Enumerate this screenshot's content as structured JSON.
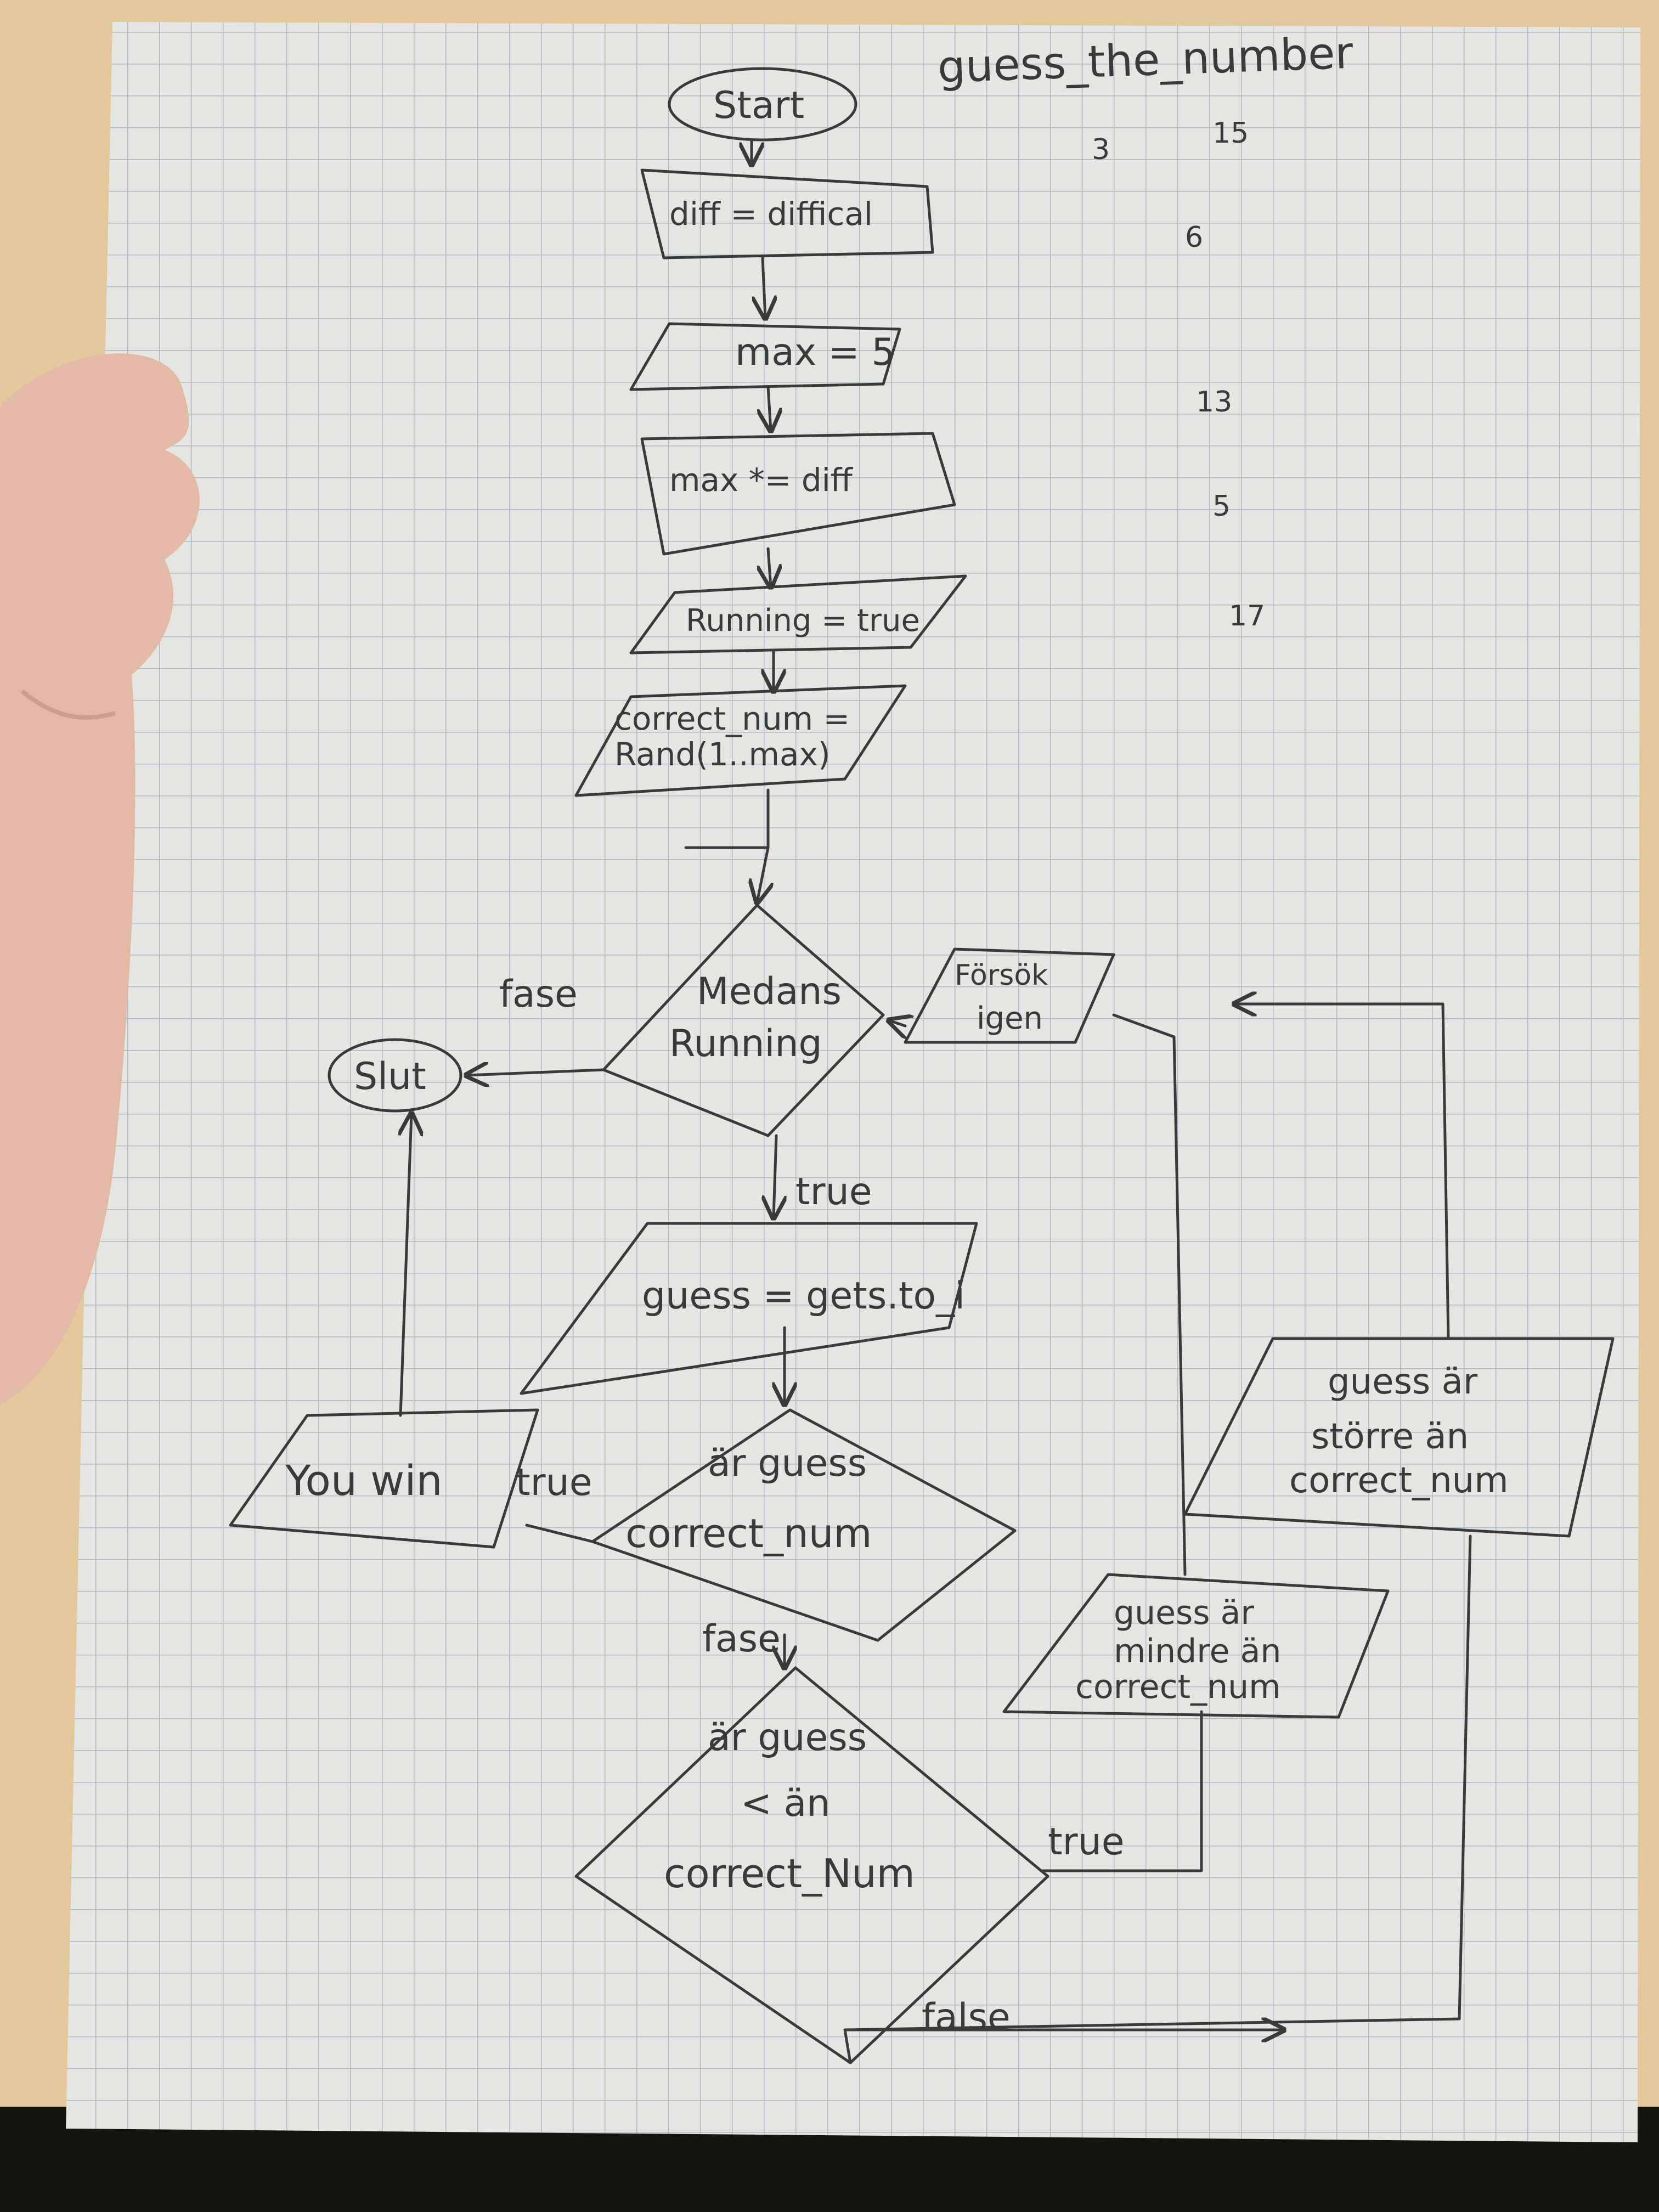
{
  "title": "guess_the_number",
  "margin_numbers": [
    "3",
    "15",
    "6",
    "13",
    "5",
    "17"
  ],
  "nodes": {
    "start": "Start",
    "diff": "diff = diffical",
    "max5": "max = 5",
    "maxmul": "max *= diff",
    "running": "Running = true",
    "correct_line1": "correct_num =",
    "correct_line2": "Rand(1..max)",
    "medans_line1": "Medans",
    "medans_line2": "Running",
    "forsok_line1": "Försök",
    "forsok_line2": "igen",
    "slut": "Slut",
    "guess": "guess = gets.to_i",
    "youwin": "You win",
    "ar_eq_line1": "är guess",
    "ar_eq_line2": "correct_num",
    "ar_lt_line1": "är guess",
    "ar_lt_line2": "< än",
    "ar_lt_line3": "correct_Num",
    "mindre_line1": "guess är",
    "mindre_line2": "mindre än",
    "mindre_line3": "correct_num",
    "storre_line1": "guess är",
    "storre_line2": "större än",
    "storre_line3": "correct_num"
  },
  "edge_labels": {
    "false_medans": "fase",
    "true_medans": "true",
    "true_win": "true",
    "false_eq": "fase",
    "true_lt": "true",
    "false_lt": "false"
  },
  "colors": {
    "paper": "#e6e5e2",
    "grid": "#a7b6c4",
    "ink": "#3a3a3a",
    "table": "#e3c89a",
    "skin": "#e2b9a5"
  }
}
